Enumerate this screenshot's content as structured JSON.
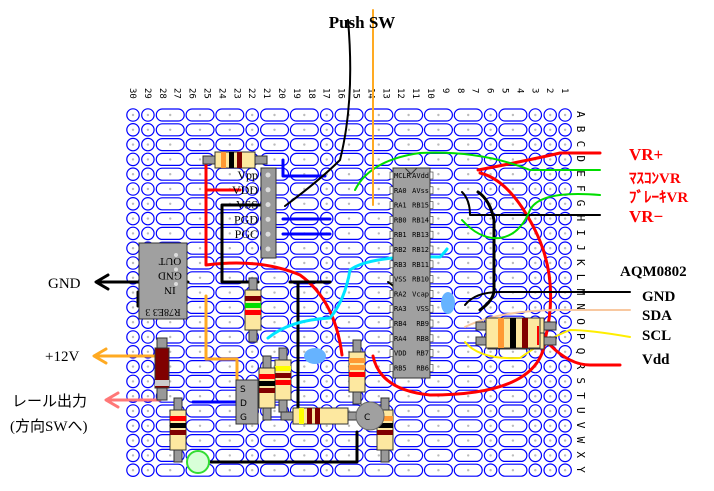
{
  "title": "Push SW",
  "column_numbers": [
    "30",
    "29",
    "28",
    "27",
    "26",
    "25",
    "24",
    "23",
    "22",
    "21",
    "20",
    "19",
    "18",
    "17",
    "16",
    "15",
    "14",
    "13",
    "12",
    "11",
    "10",
    "9",
    "8",
    "7",
    "6",
    "5",
    "4",
    "3",
    "2",
    "1"
  ],
  "row_letters": [
    "A",
    "B",
    "C",
    "D",
    "E",
    "F",
    "G",
    "H",
    "I",
    "J",
    "K",
    "L",
    "M",
    "N",
    "O",
    "P",
    "Q",
    "R",
    "S",
    "T",
    "U",
    "V",
    "W",
    "X",
    "Y"
  ],
  "right_labels": {
    "vr_plus": "VR+",
    "mascon_vr": "ﾏｽｺﾝVR",
    "brake_vr": "ﾌﾞﾚｰｷVR",
    "vr_minus": "VR−",
    "lcd_title": "AQM0802",
    "gnd": "GND",
    "sda": "SDA",
    "scl": "SCL",
    "vdd": "Vdd"
  },
  "left_labels": {
    "gnd": "GND",
    "plus12v": "+12V",
    "rail_out": "レール出力",
    "rail_out_note": "(方向SWへ)"
  },
  "pin_header": {
    "labels": [
      "Vpp",
      "VDD",
      "VSS",
      "PGD",
      "PGC"
    ]
  },
  "regulator": {
    "pins": [
      "OUT",
      "GND",
      "IN"
    ],
    "part": "R78E3 3"
  },
  "mcu": {
    "left_pins": [
      "MCLR",
      "RA0",
      "RA1",
      "RB0",
      "RB1",
      "RB2",
      "RB3",
      "VSS",
      "RA2",
      "RA3",
      "RB4",
      "RA4",
      "VDD",
      "RB5"
    ],
    "right_pins": [
      "AVdd",
      "AVss",
      "RB15",
      "RB14",
      "RB13",
      "RB12",
      "RB11",
      "RB10",
      "Vcap",
      "VSS",
      "RB9",
      "RB8",
      "RB7",
      "RB6"
    ]
  },
  "fet": {
    "pins": [
      "S",
      "D",
      "G"
    ]
  },
  "transistor": {
    "pin": "C"
  },
  "colors": {
    "board": "#0000ff",
    "vr_text": "#ff0000",
    "wire_red": "#ff0000",
    "wire_green": "#00dd00",
    "wire_orange": "#ffaa22",
    "wire_cyan": "#00e5ff",
    "wire_yellow": "#ffee00",
    "wire_peach": "#f8c8a0"
  }
}
